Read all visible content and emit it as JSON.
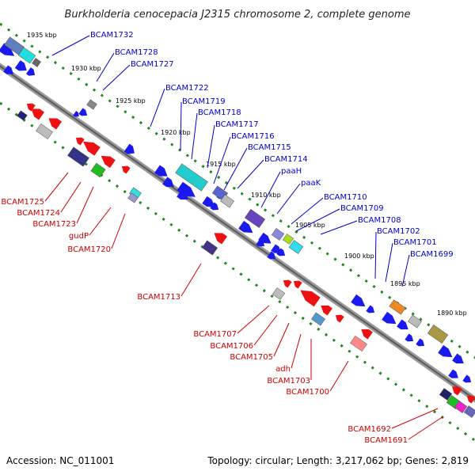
{
  "title": "Burkholderia cenocepacia J2315 chromosome 2, complete genome",
  "footer": {
    "accession": "Accession: NC_011001",
    "summary": "Topology: circular; Length: 3,217,062 bp; Genes: 2,819"
  },
  "colors": {
    "forward_label": "#0000cc",
    "reverse_label": "#cc0000",
    "forward_arrow": "#1a1aee",
    "reverse_arrow": "#ee1111",
    "backbone": "#777777",
    "tick": "#228822"
  },
  "kbp_labels": [
    "1935 kbp",
    "1930 kbp",
    "1925 kbp",
    "1920 kbp",
    "1915 kbp",
    "1910 kbp",
    "1905 kbp",
    "1900 kbp",
    "1895 kbp",
    "1890 kbp"
  ],
  "forward_genes": [
    "BCAM1732",
    "BCAM1728",
    "BCAM1727",
    "BCAM1722",
    "BCAM1719",
    "BCAM1718",
    "BCAM1717",
    "BCAM1716",
    "BCAM1715",
    "BCAM1714",
    "paaH",
    "paaK",
    "BCAM1710",
    "BCAM1709",
    "BCAM1708",
    "BCAM1702",
    "BCAM1701",
    "BCAM1699"
  ],
  "reverse_genes": [
    "BCAM1725",
    "BCAM1724",
    "BCAM1723",
    "gudP",
    "BCAM1720",
    "BCAM1713",
    "BCAM1707",
    "BCAM1706",
    "BCAM1705",
    "adh",
    "BCAM1703",
    "BCAM1700",
    "BCAM1692",
    "BCAM1691"
  ]
}
